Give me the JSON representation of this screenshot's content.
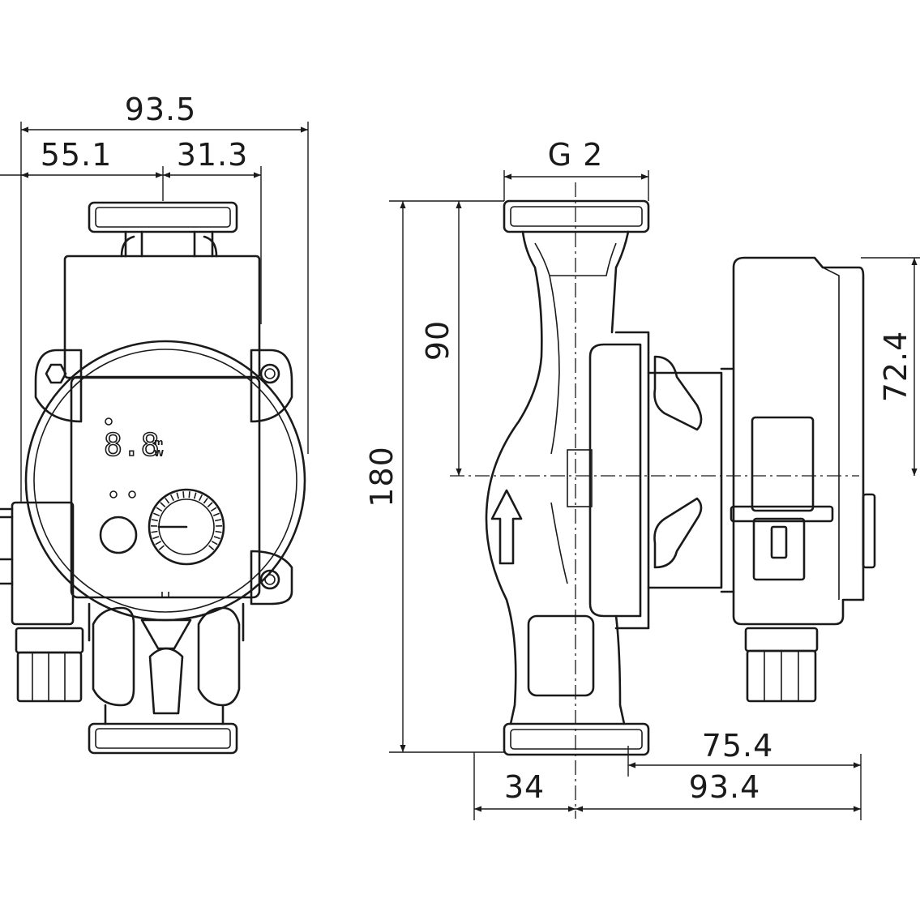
{
  "dimensions": {
    "overall_width_front": "93.5",
    "left_offset": "55.1",
    "right_offset": "31.3",
    "thread": "G 2",
    "height": "180",
    "center_height": "90",
    "motor_height": "72.4",
    "inlet_offset": "34",
    "depth_motor": "75.4",
    "depth_total": "93.4"
  },
  "display": {
    "digits": "8.8",
    "unit_top": "m",
    "unit_bottom": "W"
  }
}
